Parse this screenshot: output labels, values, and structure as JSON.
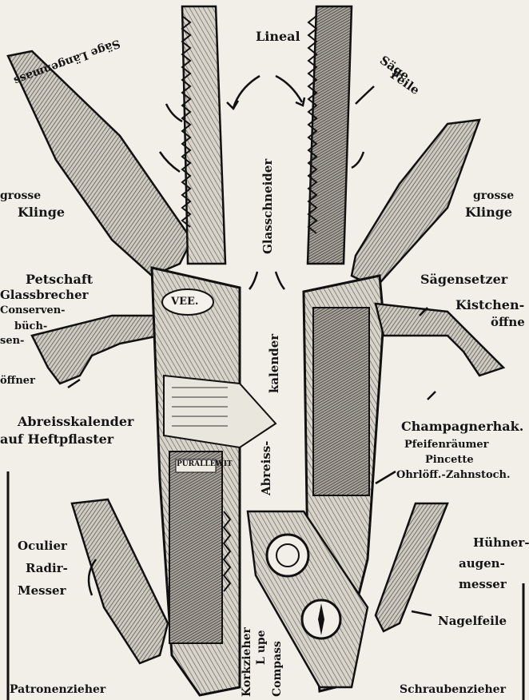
{
  "labels": {
    "lineal": "Lineal",
    "saege_laengenmass": "Säge Längenmass",
    "saege_feile_1": "Säge",
    "saege_feile_2": "Feile",
    "glasschneider": "Glasschneider",
    "grosse_klinge_left_1": "grosse",
    "grosse_klinge_left_2": "Klinge",
    "grosse_klinge_right_1": "grosse",
    "grosse_klinge_right_2": "Klinge",
    "petschaft": "Petschaft",
    "glassbrecher": "Glassbrecher",
    "conserven": "Conserven-",
    "buech": "büch-",
    "sen": "sen-",
    "oeffner_left": "öffner",
    "abreisskalender_1": "Abreisskalender",
    "auf_heftpflaster": "auf Heftpflaster",
    "kalender_vertical": "kalender",
    "abreiss_vertical": "Abreiss-",
    "saegensetzer": "Sägensetzer",
    "kistchen": "Kistchen-",
    "oeffner_right": "öffne",
    "champagnerhak": "Champagnerhak.",
    "pfeifenraeumer": "Pfeifenräumer",
    "pincette": "Pincette",
    "ohrloeff": "Ohrlöff.-Zahnstoch.",
    "oculier": "Oculier",
    "radir": "Radir-",
    "messer_left": "Messer",
    "huehner": "Hühner-",
    "augen": "augen-",
    "messer_right": "messer",
    "nagelfeile": "Nagelfeile",
    "patronenzieher": "Patronenzieher",
    "schraubenzieher": "Schraubenzieher",
    "korkzieher": "Korkzieher",
    "lupe": "L upe",
    "compass": "Compass",
    "vee": "VEE.",
    "handle_text": "PURALLEWIT"
  }
}
